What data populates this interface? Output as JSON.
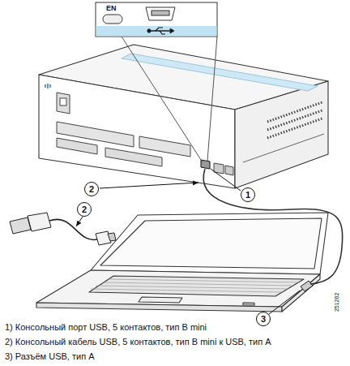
{
  "diagram": {
    "nodes": [
      {
        "text": [
          "2"
        ]
      },
      {
        "text": [
          "1"
        ]
      },
      {
        "text": [
          "2"
        ]
      },
      {
        "text": [
          "3"
        ]
      }
    ],
    "labels": [
      "EN",
      "251262",
      "1) Консольный порт USB, 5 контактов, тип В mini",
      "2) Консольный кабель USB, 5 контактов, тип В mini к USB, тип А",
      "3) Разъём USB, тип А"
    ]
  }
}
